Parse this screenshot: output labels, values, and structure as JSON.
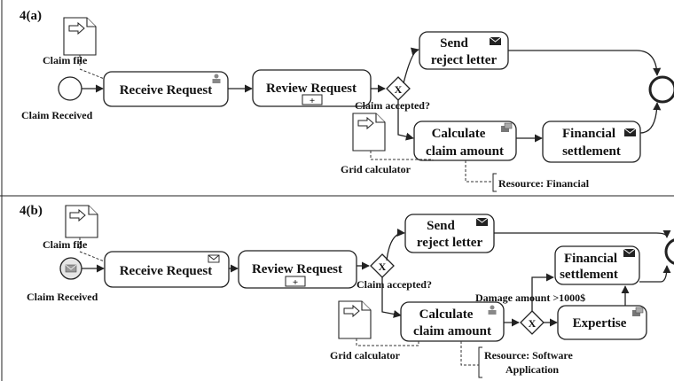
{
  "panel_a": {
    "label": "4(a)",
    "data_object": "Claim file",
    "start_event": "Claim Received",
    "task_receive": "Receive Request",
    "task_review": "Review Request",
    "gateway_symbol": "X",
    "gateway_label": "Claim accepted?",
    "task_send_line1": "Send",
    "task_send_line2": "reject letter",
    "task_calculate_line1": "Calculate",
    "task_calculate_line2": "claim amount",
    "task_financial_line1": "Financial",
    "task_financial_line2": "settlement",
    "grid_calculator": "Grid calculator",
    "resource": "Resource: Financial",
    "subprocess_marker": "+"
  },
  "panel_b": {
    "label": "4(b)",
    "data_object": "Claim file",
    "start_event": "Claim Received",
    "task_receive": "Receive Request",
    "task_review": "Review Request",
    "gateway_symbol": "X",
    "gateway_label": "Claim accepted?",
    "task_send_line1": "Send",
    "task_send_line2": "reject letter",
    "task_calculate_line1": "Calculate",
    "task_calculate_line2": "claim amount",
    "task_financial_line1": "Financial",
    "task_financial_line2": "settlement",
    "task_expertise": "Expertise",
    "gateway2_symbol": "X",
    "damage_condition": "Damage amount >1000$",
    "grid_calculator": "Grid calculator",
    "resource_line1": "Resource: Software",
    "resource_line2": "Application",
    "subprocess_marker": "+"
  }
}
